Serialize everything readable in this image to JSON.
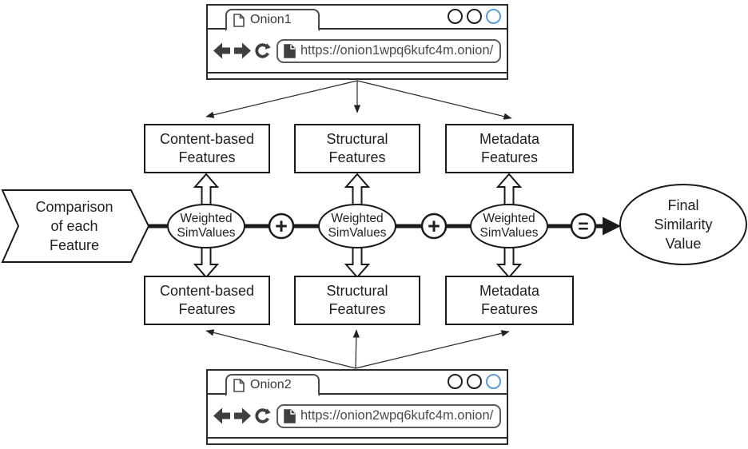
{
  "colors": {
    "stroke": "#1a1a1a",
    "chrome_icon_gray": "#3f3f3f",
    "window_button_blue": "#5b9bd5",
    "url_text_gray": "#4a4a4a"
  },
  "browser_windows": [
    {
      "tab_label": "Onion1",
      "url": "https://onion1wpq6kufc4m.onion/"
    },
    {
      "tab_label": "Onion2",
      "url": "https://onion2wpq6kufc4m.onion/"
    }
  ],
  "left_banner": {
    "line1": "Comparison",
    "line2": "of each",
    "line3": "Feature"
  },
  "top_feature_boxes": [
    {
      "line1": "Content-based",
      "line2": "Features"
    },
    {
      "line1": "Structural",
      "line2": "Features"
    },
    {
      "line1": "Metadata",
      "line2": "Features"
    }
  ],
  "bottom_feature_boxes": [
    {
      "line1": "Content-based",
      "line2": "Features"
    },
    {
      "line1": "Structural",
      "line2": "Features"
    },
    {
      "line1": "Metadata",
      "line2": "Features"
    }
  ],
  "weighted_nodes": [
    {
      "line1": "Weighted",
      "line2": "SimValues"
    },
    {
      "line1": "Weighted",
      "line2": "SimValues"
    },
    {
      "line1": "Weighted",
      "line2": "SimValues"
    }
  ],
  "operators": {
    "plus1": "+",
    "plus2": "+",
    "equals": "="
  },
  "final_node": {
    "line1": "Final",
    "line2": "Similarity",
    "line3": "Value"
  },
  "icons": {
    "tab_page": "page-icon",
    "url_page": "page-icon",
    "back": "back-arrow-icon",
    "forward": "forward-arrow-icon",
    "refresh": "refresh-icon",
    "window_buttons": "circle-icons"
  }
}
